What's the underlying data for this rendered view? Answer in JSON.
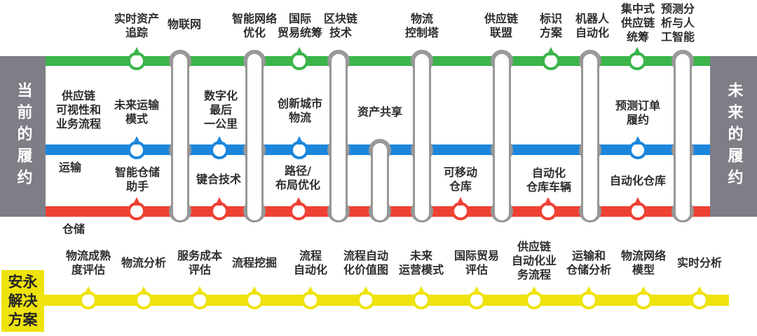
{
  "panels": {
    "left_label": "当前的履约",
    "right_label": "未来的履约",
    "ey_label": "安永\n解决\n方案"
  },
  "line_names": {
    "transport": "运输",
    "warehouse": "仓储"
  },
  "colors": {
    "green_line": "#3BB54A",
    "blue_line": "#1C86DD",
    "red_line": "#EE4134",
    "yellow_line": "#EFE30D",
    "panel_gray": "#7E7E86",
    "connector_gray": "#979797",
    "text": "#2D2D2D"
  },
  "labels": {
    "top": [
      "实时资产\n追踪",
      "物联网",
      "智能网络\n优化",
      "国际\n贸易统筹",
      "区块链\n技术",
      "物流\n控制塔",
      "供应链\n联盟",
      "标识\n方案",
      "机器人\n自动化",
      "集中式\n供应链\n统筹",
      "预测分\n析与人\n工智能"
    ],
    "mid": [
      "供应链\n可视性和\n业务流程",
      "未来运输\n模式",
      "数字化\n最后\n一公里",
      "创新城市\n物流",
      "资产共享",
      "预测订单\n履约"
    ],
    "lower": [
      "智能仓储\n助手",
      "键合技术",
      "路径/\n布局优化",
      "可移动\n仓库",
      "自动化\n仓库车辆",
      "自动化仓库"
    ],
    "bottom": [
      "物流成熟\n度评估",
      "物流分析",
      "服务成本\n评估",
      "流程挖掘",
      "流程\n自动化",
      "流程自动\n化价值图",
      "未来\n运营模式",
      "国际贸易\n评估",
      "供应链\n自动化业\n务流程",
      "运输和\n仓储分析",
      "物流网络\n模型",
      "实时分析"
    ]
  }
}
